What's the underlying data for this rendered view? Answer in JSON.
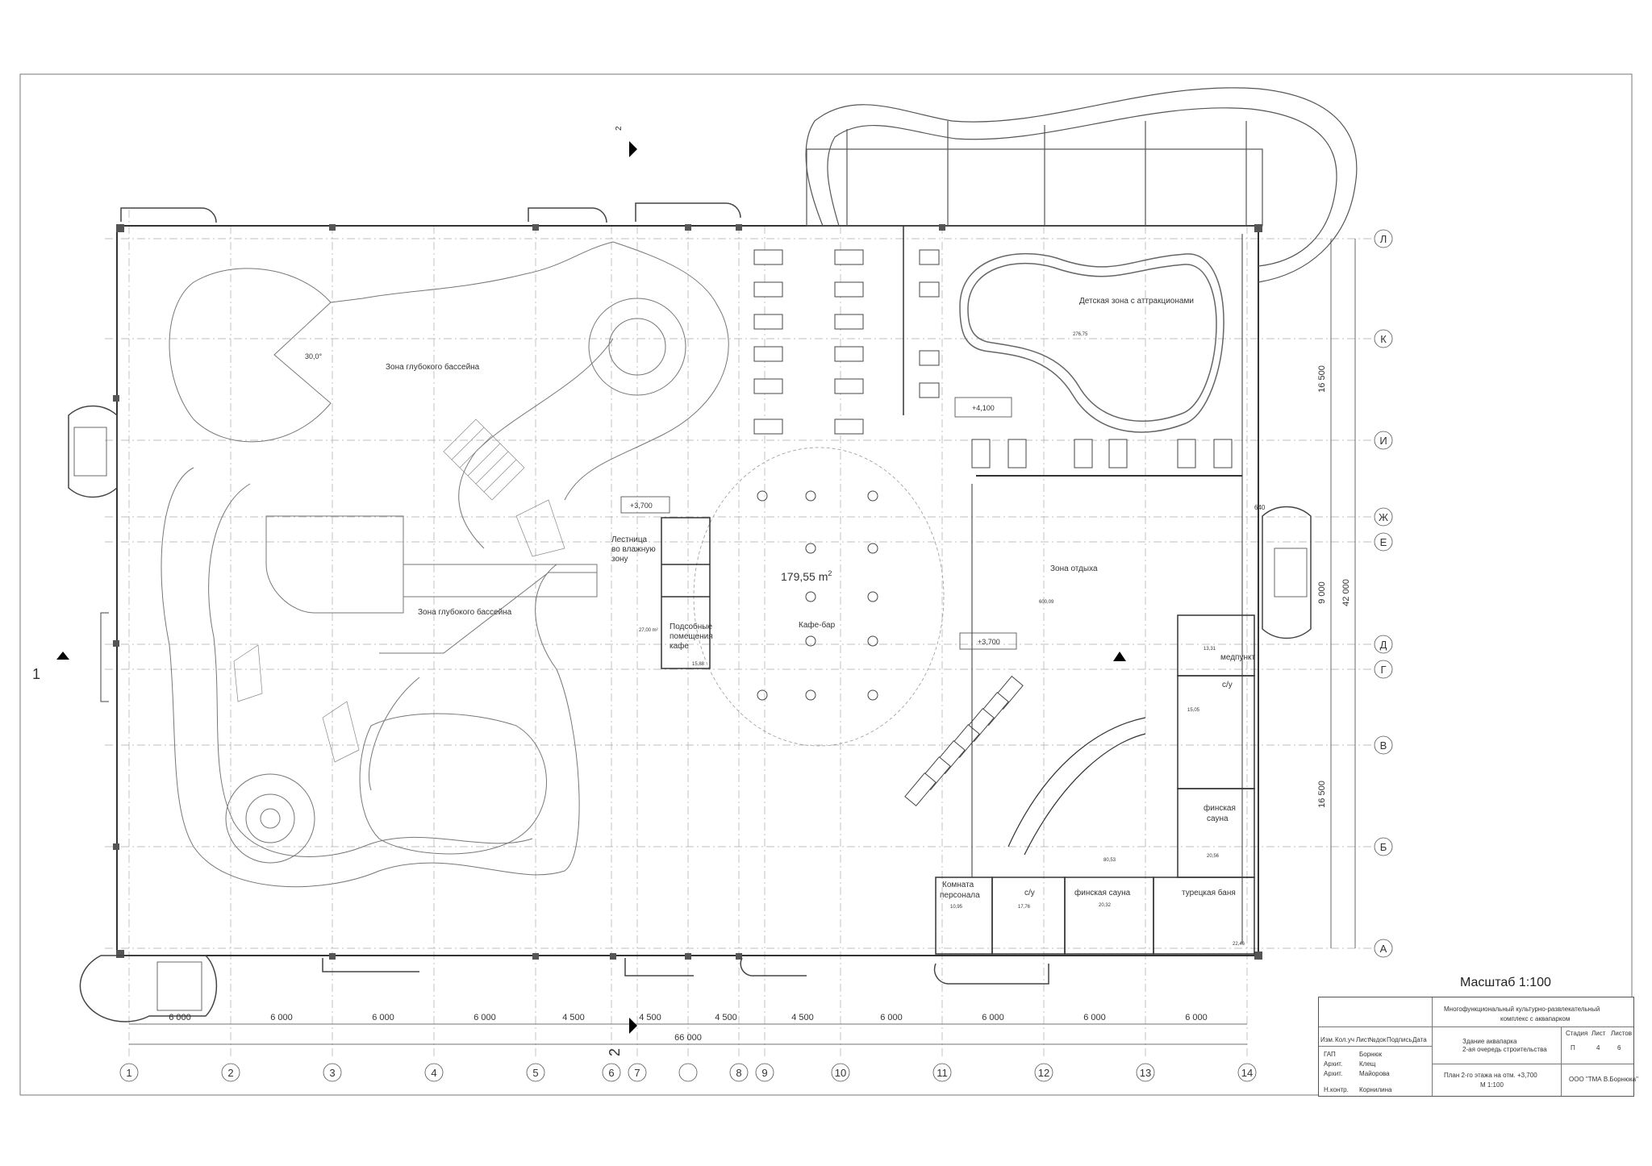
{
  "scale_label": "Масштаб 1:100",
  "section_markers": {
    "s1": "1",
    "s2_top": "2",
    "s2_bottom": "2"
  },
  "rooms": {
    "deep_pool_zone_top": "Зона глубокого бассейна",
    "deep_pool_zone_mid": "Зона глубокого бассейна",
    "kids_zone": "Детская зона с аттракционами",
    "rest_zone": "Зона отдыха",
    "cafe_bar": "Кафе-бар",
    "cafe_area": "179,55 m",
    "cafe_area_sup": "2",
    "stairs_wet": [
      "Лестница",
      "во влажную",
      "зону"
    ],
    "aux_rooms": [
      "Подсобные",
      "помещения",
      "кафе"
    ],
    "medpunkt": "медпункт",
    "wc1": "с/у",
    "wc2": "с/у",
    "finnish_sauna1": [
      "финская",
      "сауна"
    ],
    "finnish_sauna2": "финская сауна",
    "turkish_bath": "турецкая баня",
    "staff_room": [
      "Комната",
      "персонала"
    ]
  },
  "levels": {
    "l1": "+3,700",
    "l2": "+4,100",
    "l3": "+3,700",
    "angle": "30,0°",
    "area_cafe_aux": "27,00 m²",
    "area_aux2": "15,88",
    "area_rest": "600,09",
    "area_med": "13,31",
    "area_wc": "15,05",
    "area_sauna1": "20,56",
    "area_sauna2": "20,32",
    "area_wc2": "17,76",
    "area_staff": "10,95",
    "area_turk": "22,46",
    "area_corr": "80,53",
    "area_kids": "276,75",
    "dim_640": "640"
  },
  "dimensions_bottom": [
    "6 000",
    "6 000",
    "6 000",
    "6 000",
    "4 500",
    "4 500",
    "4 500",
    "4 500",
    "6 000",
    "6 000",
    "6 000",
    "6 000"
  ],
  "dimension_total": "66 000",
  "dimensions_right": {
    "a": "16 500",
    "b": "9 000",
    "c": "16 500",
    "total": "42 000"
  },
  "axes_numbers": [
    "1",
    "2",
    "3",
    "4",
    "5",
    "6",
    "7",
    "8",
    "9",
    "10",
    "11",
    "12",
    "13",
    "14"
  ],
  "axes_letters": [
    "Л",
    "К",
    "И",
    "Ж",
    "Е",
    "Д",
    "Г",
    "В",
    "Б",
    "А"
  ],
  "title_block": {
    "project": "Многофункциональный культурно-развлекательный",
    "project2": "комплекс с аквапарком",
    "building": "Здание аквапарка",
    "stage_phase": "2-ая очередь строительства",
    "sheet_title": "План 2-го этажа на отм. +3,700",
    "sheet_scale": "М 1:100",
    "org": "ООО \"ТМА В.Борнюка\"",
    "col_heads": [
      "Изм.",
      "Кол.уч",
      "Лист",
      "№док",
      "Подпись",
      "Дата"
    ],
    "stage_head": "Стадия",
    "sheet_head": "Лист",
    "sheets_head": "Листов",
    "stage": "П",
    "sheet": "4",
    "sheets": "6",
    "roles": [
      "ГАП",
      "Архит.",
      "Архит.",
      "",
      "Н.контр."
    ],
    "names": [
      "Борнюк",
      "Клещ",
      "Майорова",
      "",
      "Корнилина"
    ]
  }
}
